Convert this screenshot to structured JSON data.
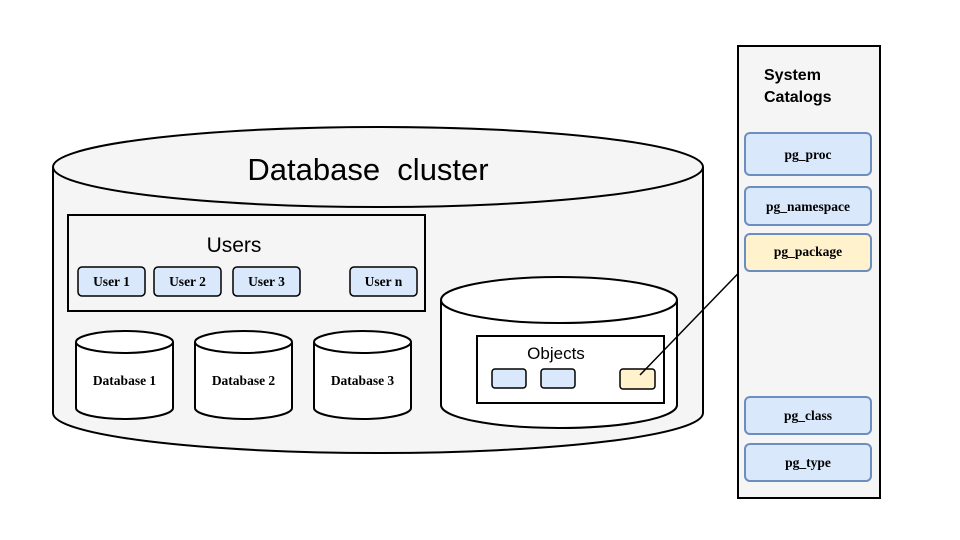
{
  "cluster": {
    "title": "Database  cluster"
  },
  "users": {
    "title": "Users",
    "items": [
      "User 1",
      "User 2",
      "User 3",
      "User n"
    ]
  },
  "databases": [
    "Database 1",
    "Database 2",
    "Database 3"
  ],
  "objects": {
    "title": "Objects"
  },
  "catalogs": {
    "title_line1": "System",
    "title_line2": "Catalogs",
    "items": [
      "pg_proc",
      "pg_namespace",
      "pg_package",
      "pg_class",
      "pg_type"
    ],
    "highlighted": "pg_package"
  },
  "colors": {
    "blue_fill": "#dae8fc",
    "blue_stroke": "#6c8ebf",
    "yellow_fill": "#fff2cc",
    "yellow_stroke": "#d6b656",
    "cylinder_fill": "#f5f5f5"
  }
}
